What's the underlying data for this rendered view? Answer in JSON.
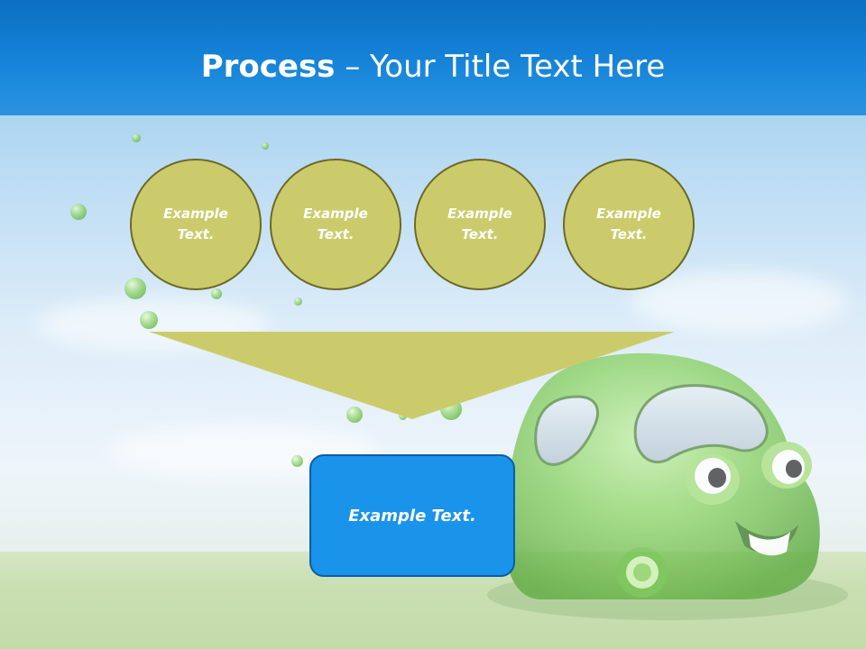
{
  "title": {
    "bold": "Process",
    "rest": " – Your Title Text Here"
  },
  "circles": [
    {
      "label": "Example\nText."
    },
    {
      "label": "Example\nText."
    },
    {
      "label": "Example\nText."
    },
    {
      "label": "Example\nText."
    }
  ],
  "bottom_box": {
    "label": "Example Text."
  },
  "colors": {
    "header": "#1684d9",
    "circle_fill": "#cccb6c",
    "circle_border": "#6b6a25",
    "box_fill": "#1a93ea",
    "funnel": "#cccb6c"
  }
}
